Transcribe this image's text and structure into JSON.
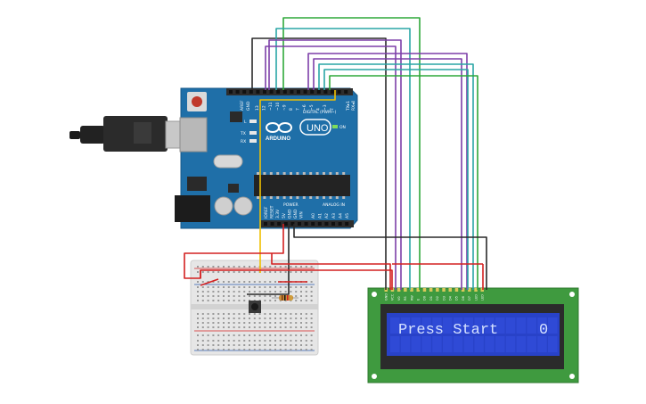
{
  "arduino": {
    "logo_text": "ARDUINO",
    "model": "UNO",
    "on_label": "ON",
    "led_l": "L",
    "led_tx": "TX",
    "led_rx": "RX",
    "aref": "AREF",
    "gnd": "GND",
    "digital_label": "DIGITAL (PWM~)",
    "tx_pin": "TX▸1",
    "rx_pin": "RX◂0",
    "power_label": "POWER",
    "analog_label": "ANALOG IN",
    "digital_pins": [
      "13",
      "12",
      "~11",
      "~10",
      "~9",
      "8",
      "7",
      "~6",
      "~5",
      "4",
      "~3",
      "2"
    ],
    "power_pins": [
      "IOREF",
      "RESET",
      "3.3V",
      "5V",
      "GND",
      "GND",
      "VIN"
    ],
    "analog_pins": [
      "A0",
      "A1",
      "A2",
      "A3",
      "A4",
      "A5"
    ],
    "colors": {
      "board": "#1f6fa8",
      "header": "#2d2d2d"
    }
  },
  "lcd": {
    "text_left": "Press Start",
    "text_right": "0",
    "pins": [
      "GND",
      "VCC",
      "V0",
      "RS",
      "RW",
      "E",
      "D0",
      "D1",
      "D2",
      "D3",
      "D4",
      "D5",
      "D6",
      "D7",
      "LED",
      "LED"
    ],
    "colors": {
      "pcb": "#3f9a3f",
      "screen": "#2842c8",
      "text": "#d6e2ff"
    }
  },
  "wire_colors": {
    "black": "#2a2a2a",
    "red": "#d42020",
    "green": "#2fa83a",
    "teal": "#2aa6a6",
    "blue": "#3a8fd0",
    "purple": "#7d3fa8",
    "yellow": "#f0c000",
    "resistor": "#c98e3a"
  }
}
